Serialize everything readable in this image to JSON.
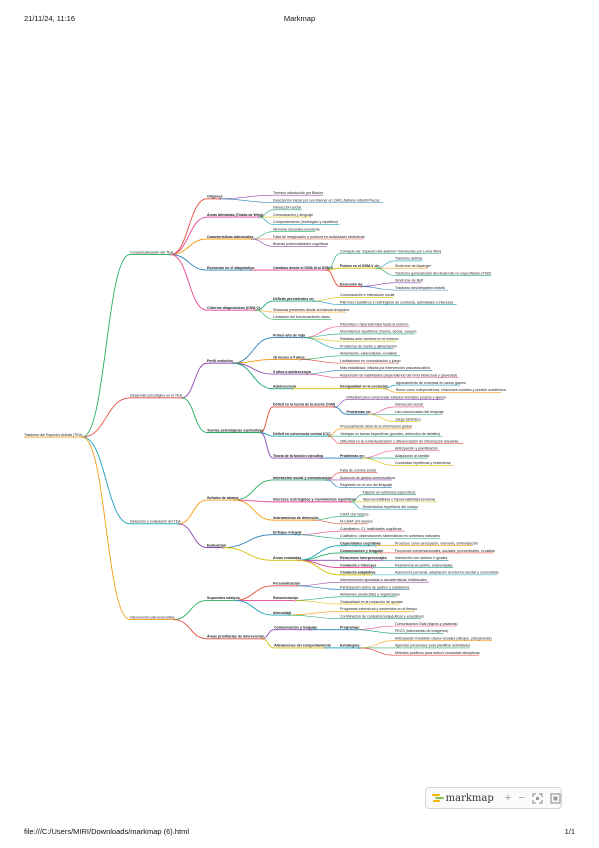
{
  "header": {
    "date": "21/11/24, 11:16",
    "title": "Markmap"
  },
  "footer": {
    "path": "file:///C:/Users/MIRI/Downloads/markmap (6).html",
    "page": "1/1"
  },
  "toolbar": {
    "logo_text": "markmap",
    "zoom_in": "+",
    "zoom_out": "−"
  },
  "colors": {
    "orange": "#f39c12",
    "green": "#27ae60",
    "red": "#e74c3c",
    "purple": "#8e44ad",
    "blue": "#2980b9",
    "cyan": "#17a2b8",
    "yellow": "#d4c000",
    "pink": "#e84393",
    "teal": "#16a085"
  },
  "mindmap": {
    "root": {
      "label": "Trastorno del Espectro Autista (TEA)",
      "children": [
        {
          "label": "Conceptualización del TEA",
          "children": [
            {
              "label": "Orígenes",
              "children": [
                {
                  "label": "Término introducido por Bleuler"
                },
                {
                  "label": "Descripción inicial por Leo Kanner en 1943; Asiliano Infantil Precoz"
                }
              ]
            },
            {
              "label": "Áreas afectadas (Tríada de Wing)",
              "children": [
                {
                  "label": "Interacción social"
                },
                {
                  "label": "Comunicación y lenguaje"
                },
                {
                  "label": "Comportamiento (restringido y repetitivo)"
                }
              ]
            },
            {
              "label": "Características adicionales",
              "children": [
                {
                  "label": "Memoria mecánica excelente"
                },
                {
                  "label": "Falta de imaginación y pobreza en actividades simbólicas"
                },
                {
                  "label": "Buenas potencialidades cognitivas"
                }
              ]
            },
            {
              "label": "Evolución en el diagnóstico",
              "children": [
                {
                  "label": "Cambios desde el DSM-III al DSM-V",
                  "children": [
                    {
                      "label": "Concepto de \"espectro del autismo\" introducido por Lorna Wing"
                    },
                    {
                      "label": "Fusión en el DSM-V de:",
                      "children": [
                        {
                          "label": "Trastorno autista"
                        },
                        {
                          "label": "Síndrome de Asperger"
                        },
                        {
                          "label": "Trastorno generalizado del desarrollo no especificado (TGD)"
                        }
                      ]
                    },
                    {
                      "label": "Exclusión de:",
                      "children": [
                        {
                          "label": "Síndrome de Rett"
                        },
                        {
                          "label": "Trastorno desintegrativo infantil"
                        }
                      ]
                    }
                  ]
                }
              ]
            },
            {
              "label": "Criterios diagnósticos (DSM-V)",
              "children": [
                {
                  "label": "Déficits persistentes en:",
                  "children": [
                    {
                      "label": "Comunicación e interacción social"
                    },
                    {
                      "label": "Patrones repetitivos y restringidos de conducta, actividades o intereses"
                    }
                  ]
                },
                {
                  "label": "Síntomas presentes desde la infancia temprana"
                },
                {
                  "label": "Limitación del funcionamiento diario"
                }
              ]
            }
          ]
        },
        {
          "label": "Desarrollo psicológico en el TEA",
          "children": [
            {
              "label": "Perfil evolutivo",
              "children": [
                {
                  "label": "Primer año de vida",
                  "children": [
                    {
                      "label": "Pasividad o hiperactividad hacia el entorno"
                    },
                    {
                      "label": "Movimientos repetitivos (manos, dedos, cuerpo)"
                    },
                    {
                      "label": "Rabietas ante cambios en el entorno"
                    },
                    {
                      "label": "Problemas de sueño y alimentación"
                    }
                  ]
                },
                {
                  "label": "18 meses a 5 años",
                  "children": [
                    {
                      "label": "Aislamiento, estereotipias, ecolalias"
                    },
                    {
                      "label": "Limitaciones en comunicación y juego"
                    }
                  ]
                },
                {
                  "label": "5 años a adolescencia",
                  "children": [
                    {
                      "label": "Más estabilidad; influida por intervención psicoeducativa"
                    },
                    {
                      "label": "Adquisición de habilidades (dependiendo del nivel intelectual y gravedad)"
                    }
                  ]
                },
                {
                  "label": "Adolescencia",
                  "children": [
                    {
                      "label": "Desigualdad en la evolución",
                      "children": [
                        {
                          "label": "Agravamiento de síntomas en casos graves"
                        },
                        {
                          "label": "Retos como independencia, relaciones sociales y presión académica"
                        }
                      ]
                    }
                  ]
                }
              ]
            },
            {
              "label": "Teorías psicológicas explicativas",
              "children": [
                {
                  "label": "Déficit en la teoría de la mente (ToM)",
                  "children": [
                    {
                      "label": "Dificultad para comprender estados mentales propios y ajenos"
                    },
                    {
                      "label": "Problemas en:",
                      "children": [
                        {
                          "label": "Interacción social"
                        },
                        {
                          "label": "Uso comunicativo del lenguaje"
                        },
                        {
                          "label": "Juego simbólico"
                        }
                      ]
                    }
                  ]
                },
                {
                  "label": "Déficit en coherencia central (CC)",
                  "children": [
                    {
                      "label": "Procesamiento débil de la información global"
                    },
                    {
                      "label": "Ventajas en tareas específicas (puzzles, detección de detalles)"
                    },
                    {
                      "label": "Dificultad en la contextualización y diferenciación de información relevante"
                    }
                  ]
                },
                {
                  "label": "Teoría de la función ejecutiva",
                  "children": [
                    {
                      "label": "Problemas en:",
                      "children": [
                        {
                          "label": "Anticipación y planificación"
                        },
                        {
                          "label": "Adaptación al cambio"
                        },
                        {
                          "label": "Conductas repetitivas y restrictivas"
                        }
                      ]
                    }
                  ]
                }
              ]
            }
          ]
        },
        {
          "label": "Detección y evaluación del TEA",
          "children": [
            {
              "label": "Señales de alarma",
              "children": [
                {
                  "label": "Interacción social y comunicación",
                  "children": [
                    {
                      "label": "Falta de sonrisa social"
                    },
                    {
                      "label": "Ausencia de gestos comunicativos"
                    },
                    {
                      "label": "Regresión en el uso del lenguaje"
                    }
                  ]
                },
                {
                  "label": "Intereses restringidos y movimientos repetitivos",
                  "children": [
                    {
                      "label": "Fijación en estímulos específicos"
                    },
                    {
                      "label": "Hipersensibilidad e hiposensibilidad sensorial"
                    },
                    {
                      "label": "Movimientos repetitivos del cuerpo"
                    }
                  ]
                },
                {
                  "label": "Instrumentos de detección",
                  "children": [
                    {
                      "label": "CHAT (18 meses)"
                    },
                    {
                      "label": "M-CHAT (24 meses)"
                    }
                  ]
                }
              ]
            },
            {
              "label": "Evaluación",
              "children": [
                {
                  "label": "Enfoque integral",
                  "children": [
                    {
                      "label": "Cuantitativo: CI, habilidades cognitivas"
                    },
                    {
                      "label": "Cualitativo: observaciones sistemáticas en contextos naturales"
                    }
                  ]
                },
                {
                  "label": "Áreas evaluadas",
                  "children": [
                    {
                      "label": "Capacidades cognitivas",
                      "children": [
                        {
                          "label": "Procesos como percepción, memoria, simbolización"
                        }
                      ]
                    },
                    {
                      "label": "Comunicación y lenguaje",
                      "children": [
                        {
                          "label": "Funciones conversacionales, sociales, pronominales, ecolalias"
                        }
                      ]
                    },
                    {
                      "label": "Relaciones interpersonales",
                      "children": [
                        {
                          "label": "Interacción con adultos e iguales"
                        }
                      ]
                    },
                    {
                      "label": "Conducta e intereses",
                      "children": [
                        {
                          "label": "Resistencia al cambio, estereotipias"
                        }
                      ]
                    },
                    {
                      "label": "Conducta adaptativa",
                      "children": [
                        {
                          "label": "Autonomía personal, adaptación al entorno escolar y comunitario"
                        }
                      ]
                    }
                  ]
                }
              ]
            }
          ]
        },
        {
          "label": "Intervención psicoeducativa",
          "children": [
            {
              "label": "Supuestos básicos",
              "children": [
                {
                  "label": "Personalización",
                  "children": [
                    {
                      "label": "Intervenciones ajustadas a características individuales"
                    },
                    {
                      "label": "Participación activa de padres y cuidadores"
                    }
                  ]
                },
                {
                  "label": "Estructuración",
                  "children": [
                    {
                      "label": "Ambientes predecibles y organizados"
                    },
                    {
                      "label": "Gradualidad en la reducción de ayudas"
                    }
                  ]
                },
                {
                  "label": "Intensidad",
                  "children": [
                    {
                      "label": "Programas extensivos y sostenidos en el tiempo"
                    },
                    {
                      "label": "Combinación de contextos terapéuticos y educativos"
                    }
                  ]
                }
              ]
            },
            {
              "label": "Áreas prioritarias de intervención",
              "children": [
                {
                  "label": "Comunicación y lenguaje",
                  "children": [
                    {
                      "label": "Programas:",
                      "children": [
                        {
                          "label": "Comunicación Total (signos y palabras)"
                        },
                        {
                          "label": "PECS (intercambio de imágenes)"
                        }
                      ]
                    }
                  ]
                },
                {
                  "label": "Alteraciones del comportamiento",
                  "children": [
                    {
                      "label": "Estrategias:",
                      "children": [
                        {
                          "label": "Anticipación mediante claves visuales (dibujos, pictogramas)"
                        },
                        {
                          "label": "Agendas personales para planificar actividades"
                        },
                        {
                          "label": "Métodos positivos para reducir conductas disruptivas"
                        }
                      ]
                    }
                  ]
                }
              ]
            }
          ]
        }
      ]
    }
  }
}
